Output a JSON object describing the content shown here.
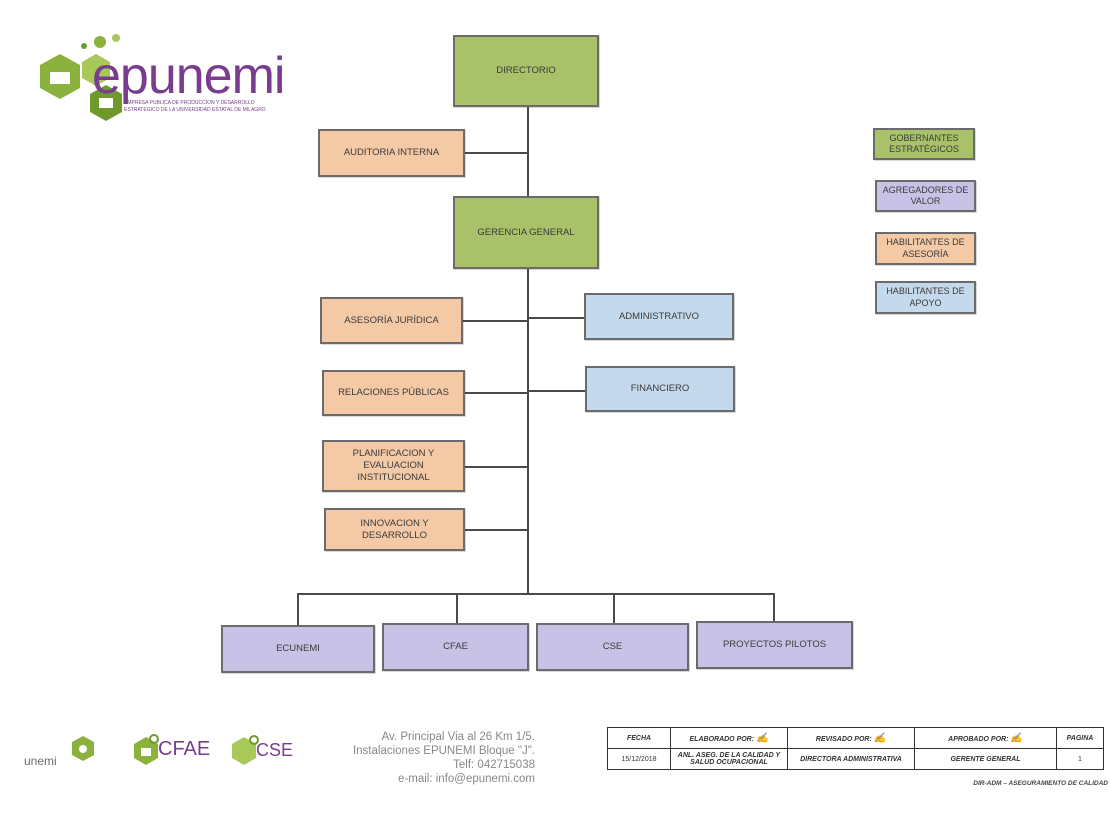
{
  "logo": {
    "name": "epunemi",
    "tagline_1": "EMPRESA PUBLICA DE PRODUCCION Y DESARROLLO",
    "tagline_2": "ESTRATEGICO DE LA UNIVERSIDAD ESTATAL DE MILAGRO"
  },
  "org": {
    "directorio": "DIRECTORIO",
    "auditoria": "AUDITORIA INTERNA",
    "gerencia": "GERENCIA GENERAL",
    "asesoria_juridica": "ASESORÍA JURÍDICA",
    "relaciones": "RELACIONES PÚBLICAS",
    "planificacion": "PLANIFICACION Y EVALUACION INSTITUCIONAL",
    "innovacion": "INNOVACION Y DESARROLLO",
    "administrativo": "ADMINISTRATIVO",
    "financiero": "FINANCIERO",
    "ecunemi": "ECUNEMI",
    "cfae": "CFAE",
    "cse": "CSE",
    "proyectos": "PROYECTOS PILOTOS"
  },
  "legend": {
    "gobernantes": "GOBERNANTES ESTRATÉGICOS",
    "agregadores": "AGREGADORES DE VALOR",
    "habilitantes_asesoria": "HABILITANTES DE ASESORÍA",
    "habilitantes_apoyo": "HABILITANTES DE APOYO"
  },
  "colors": {
    "gobernantes": "#a9c26a",
    "agregadores": "#c8c3e6",
    "asesoria": "#f4c9a6",
    "apoyo": "#c5d9ec"
  },
  "footer": {
    "logo_unemi": "unemi",
    "logo_cfae": "CFAE",
    "logo_cse": "CSE",
    "address_1": "Av. Principal Via al 26 Km 1/5.",
    "address_2": "Instalaciones EPUNEMI Bloque \"J\".",
    "phone": "Telf: 042715038",
    "email": "e-mail: info@epunemi.com"
  },
  "signature_table": {
    "fecha_label": "FECHA",
    "fecha_value": "15/12/2018",
    "elaborado_label": "ELABORADO POR:",
    "elaborado_role": "ANL. ASEG. DE LA CALIDAD Y SALUD OCUPACIONAL",
    "revisado_label": "REVISADO POR:",
    "revisado_role": "DIRECTORA ADMINISTRATIVA",
    "aprobado_label": "APROBADO POR:",
    "aprobado_role": "GERENTE GENERAL",
    "pagina_label": "PAGINA",
    "pagina_value": "1",
    "doc_code": "DIR-ADM – ASEGURAMIENTO DE CALIDAD"
  }
}
